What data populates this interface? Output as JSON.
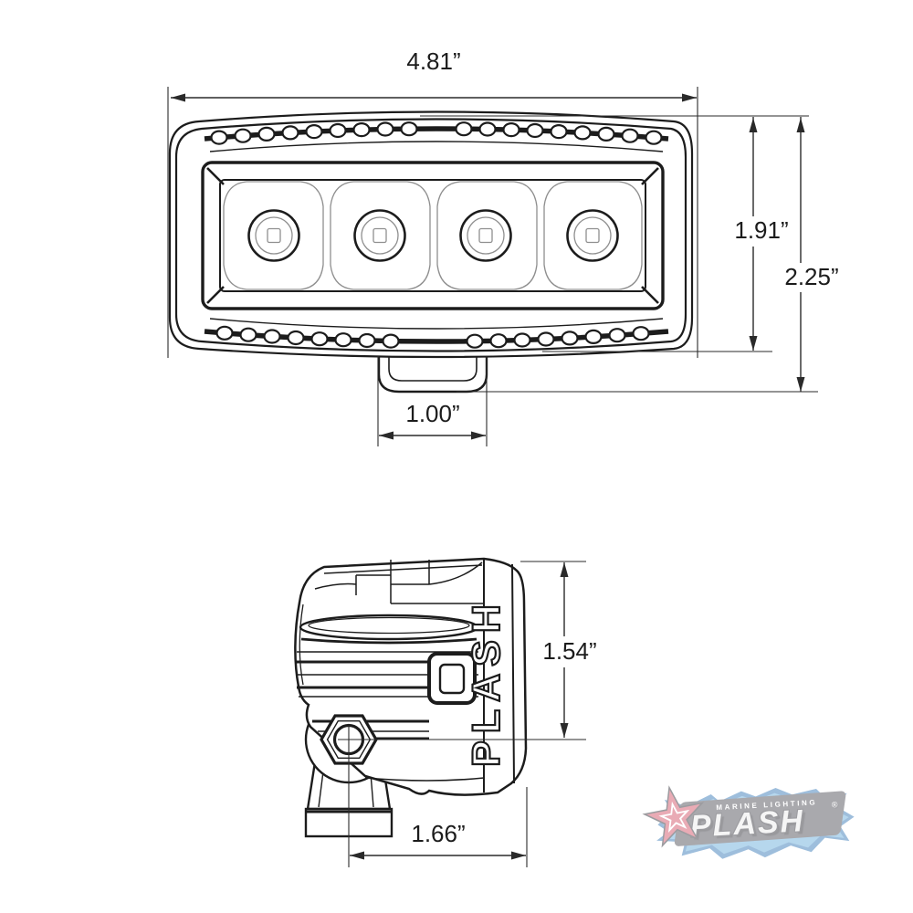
{
  "drawing": {
    "front_view": {
      "width_dim": "4.81”",
      "body_height_dim": "1.91”",
      "overall_height_dim": "2.25”",
      "bracket_width_dim": "1.00”",
      "led_count": 4
    },
    "side_view": {
      "height_dim": "1.54”",
      "depth_dim": "1.66”",
      "housing_marking": "PLASH"
    }
  },
  "logo": {
    "tagline": "MARINE LIGHTING",
    "brand": "PLASH",
    "registered_mark": "®",
    "colors": {
      "star_red": "#d45a6e",
      "splash_blue_light": "#6fb0dd",
      "splash_blue_dark": "#3f7fba",
      "plate_gray": "#55555e",
      "letter_silver": "#ededed",
      "line_black": "#1c1c1c"
    }
  }
}
